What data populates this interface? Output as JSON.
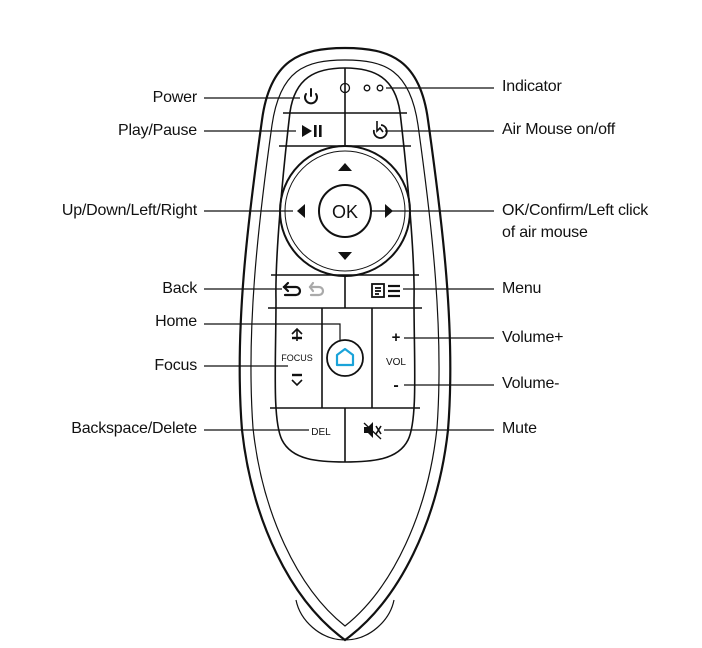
{
  "labels_left": {
    "power": "Power",
    "play_pause": "Play/Pause",
    "dpad": "Up/Down/Left/Right",
    "back": "Back",
    "home": "Home",
    "focus": "Focus",
    "backspace": "Backspace/Delete"
  },
  "labels_right": {
    "indicator": "Indicator",
    "air_mouse": "Air Mouse on/off",
    "ok_line1": "OK/Confirm/Left click",
    "ok_line2": "of air mouse",
    "menu": "Menu",
    "volume_up": "Volume+",
    "volume_down": "Volume-",
    "mute": "Mute"
  },
  "buttons": {
    "ok": "OK",
    "focus": "FOCUS",
    "vol": "VOL",
    "del": "DEL",
    "plus": "+",
    "minus": "-"
  },
  "icons": {
    "power": "power-icon",
    "play_pause": "play-pause-icon",
    "air_mouse": "air-mouse-icon",
    "back": "back-icon",
    "menu": "menu-icon",
    "home": "home-icon",
    "mute": "mute-icon"
  },
  "colors": {
    "home_accent": "#1aa3d9"
  }
}
